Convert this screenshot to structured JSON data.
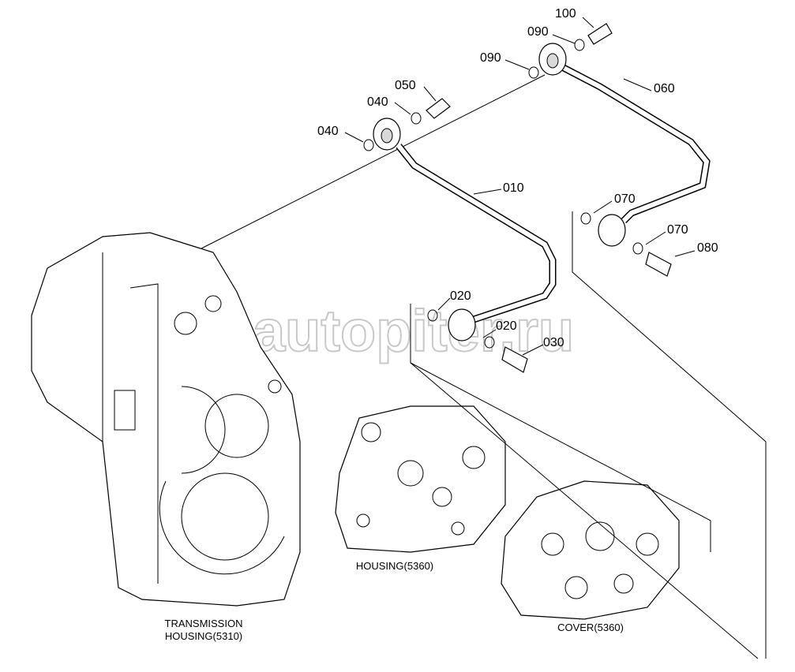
{
  "diagram": {
    "part_labels": {
      "p100": "100",
      "p090a": "090",
      "p090b": "090",
      "p060": "060",
      "p050": "050",
      "p040a": "040",
      "p040b": "040",
      "p010": "010",
      "p070a": "070",
      "p070b": "070",
      "p080": "080",
      "p020a": "020",
      "p020b": "020",
      "p030": "030"
    },
    "captions": {
      "transmission_line1": "TRANSMISSION",
      "transmission_line2": "HOUSING(5310)",
      "housing": "HOUSING(5360)",
      "cover": "COVER(5360)"
    },
    "watermark": "autopiter.ru"
  }
}
